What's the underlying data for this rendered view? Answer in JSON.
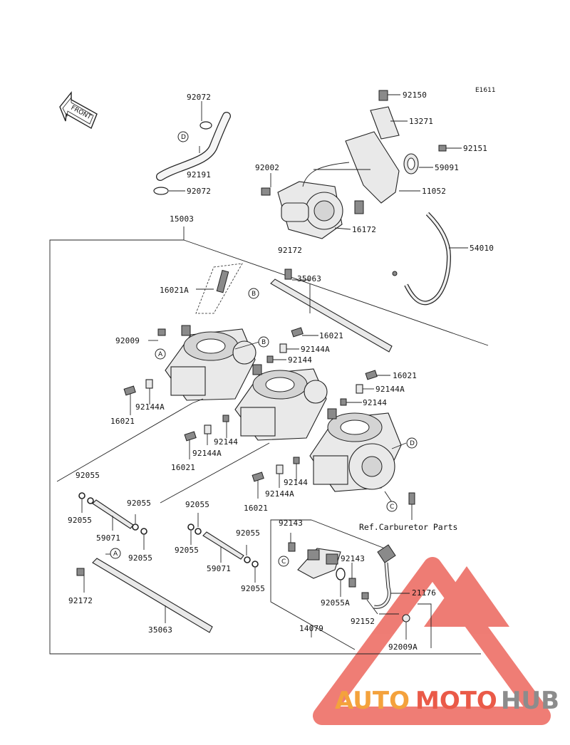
{
  "diagram": {
    "code": "E1611",
    "front_label": "FRONT",
    "ref_note": "Ref.Carburetor Parts",
    "callouts": [
      "A",
      "B",
      "C",
      "D"
    ],
    "part_numbers": {
      "p92072_top": "92072",
      "p92191": "92191",
      "p92072_bot": "92072",
      "p92150": "92150",
      "p13271": "13271",
      "p92151": "92151",
      "p59091": "59091",
      "p92002": "92002",
      "p11052": "11052",
      "p16172": "16172",
      "p54010": "54010",
      "p15003": "15003",
      "p92172_top": "92172",
      "p35063_top": "35063",
      "p16021A": "16021A",
      "p92009": "92009",
      "p16021_a": "16021",
      "p92144A_a": "92144A",
      "p92144_a": "92144",
      "p16021_b": "16021",
      "p92144A_b": "92144A",
      "p92144_b": "92144",
      "p92144A_c": "92144A",
      "p16021_c": "16021",
      "p92144_c": "92144",
      "p92144A_d": "92144A",
      "p16021_d": "16021",
      "p92144_d": "92144",
      "p92144A_e": "92144A",
      "p16021_e": "16021",
      "p92055_a": "92055",
      "p92055_b": "92055",
      "p59071_a": "59071",
      "p92055_c": "92055",
      "p92055_d": "92055",
      "p92055_e": "92055",
      "p92055_f": "92055",
      "p59071_b": "59071",
      "p92055_g": "92055",
      "p92055_h": "92055",
      "p92172_bot": "92172",
      "p35063_bot": "35063",
      "p92143_a": "92143",
      "p92143_b": "92143",
      "p21176": "21176",
      "p92055A": "92055A",
      "p92152": "92152",
      "p92009A": "92009A",
      "p14079": "14079"
    }
  },
  "watermark": {
    "auto": "AUTO",
    "moto": "MOTO",
    "hub": "HUB",
    "colors": {
      "auto": "#f4a23c",
      "moto": "#ea5a48",
      "hub": "#8c8c8c",
      "triangle": "#e8463a"
    }
  }
}
